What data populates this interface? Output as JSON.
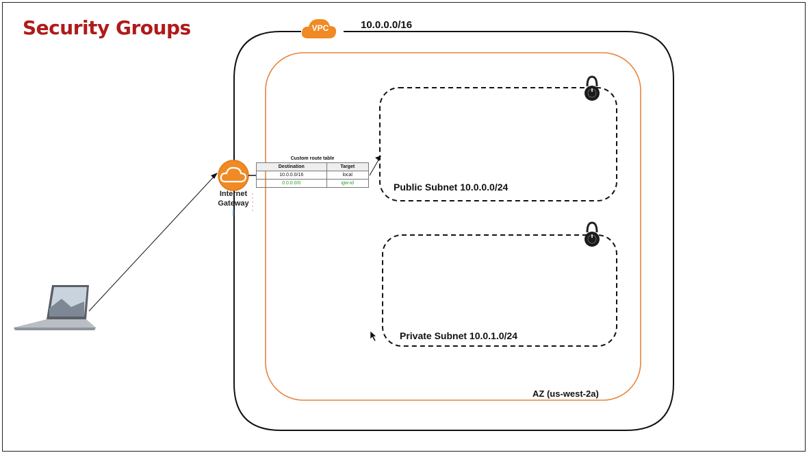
{
  "page": {
    "title": "Security Groups"
  },
  "vpc": {
    "badge": "VPC",
    "cidr": "10.0.0.0/16"
  },
  "internet_gateway": {
    "label_line1": "Internet",
    "label_line2": "Gateway"
  },
  "route_table": {
    "title": "Custom route table",
    "headers": [
      "Destination",
      "Target"
    ],
    "rows": [
      {
        "destination": "10.0.0.0/16",
        "target": "local"
      },
      {
        "destination": "0.0.0.0/0",
        "target": "igw-id"
      }
    ]
  },
  "public_subnet": {
    "label": "Public Subnet 10.0.0.0/24"
  },
  "private_subnet": {
    "label": "Private Subnet 10.0.1.0/24"
  },
  "availability_zone": {
    "label": "AZ (us-west-2a)"
  },
  "colors": {
    "title": "#b01a1a",
    "aws_orange": "#f08a24",
    "az_border": "#e8833a"
  },
  "icons": {
    "vpc": "vpc-cloud-icon",
    "igw": "internet-gateway-icon",
    "lock": "padlock-icon",
    "client": "laptop-icon",
    "cursor": "mouse-cursor-icon"
  }
}
